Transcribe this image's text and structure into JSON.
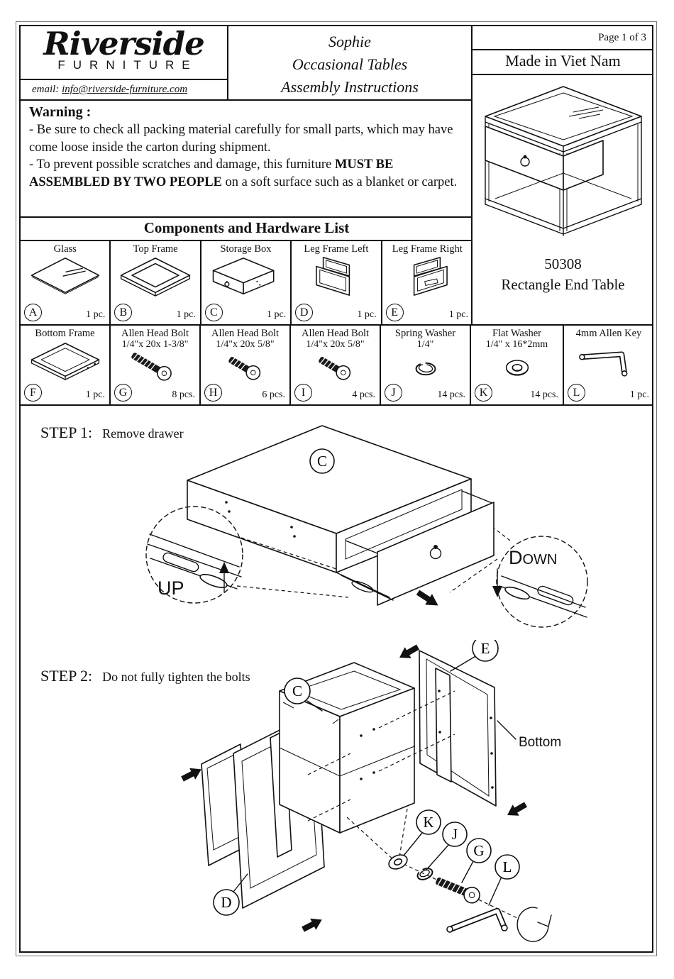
{
  "header": {
    "logo_script": "Riverside",
    "logo_word": "FURNITURE",
    "email_label": "email:",
    "email_address": "info@riverside-furniture.com",
    "title_line1": "Sophie",
    "title_line2": "Occasional Tables",
    "title_line3": "Assembly Instructions",
    "page_label": "Page 1 of 3",
    "made_in": "Made in Viet Nam"
  },
  "product": {
    "model": "50308",
    "name": "Rectangle End Table"
  },
  "warning": {
    "title": "Warning :",
    "para1": "- Be sure to check all packing material carefully for small parts, which may have come loose inside the carton during shipment.",
    "para2_pre": "- To prevent possible scratches and damage, this furniture ",
    "para2_bold": "MUST BE ASSEMBLED BY TWO PEOPLE",
    "para2_post": " on a soft surface such as a blanket or carpet."
  },
  "components": {
    "title": "Components and Hardware List",
    "row1": [
      {
        "label": "Glass",
        "letter": "A",
        "qty": "1 pc.",
        "icon": "glass-panel-icon"
      },
      {
        "label": "Top Frame",
        "letter": "B",
        "qty": "1 pc.",
        "icon": "top-frame-icon"
      },
      {
        "label": "Storage Box",
        "letter": "C",
        "qty": "1 pc.",
        "icon": "storage-box-icon"
      },
      {
        "label": "Leg Frame Left",
        "letter": "D",
        "qty": "1 pc.",
        "icon": "leg-frame-left-icon"
      },
      {
        "label": "Leg Frame Right",
        "letter": "E",
        "qty": "1 pc.",
        "icon": "leg-frame-right-icon"
      }
    ],
    "row2": [
      {
        "label": "Bottom Frame",
        "spec": "",
        "letter": "F",
        "qty": "1 pc.",
        "icon": "bottom-frame-icon"
      },
      {
        "label": "Allen Head Bolt",
        "spec": "1/4\"x 20x 1-3/8\"",
        "letter": "G",
        "qty": "8 pcs.",
        "icon": "allen-bolt-icon"
      },
      {
        "label": "Allen Head Bolt",
        "spec": "1/4\"x 20x 5/8\"",
        "letter": "H",
        "qty": "6 pcs.",
        "icon": "allen-bolt-icon"
      },
      {
        "label": "Allen Head Bolt",
        "spec": "1/4\"x 20x 5/8\"",
        "letter": "I",
        "qty": "4 pcs.",
        "icon": "allen-bolt-icon"
      },
      {
        "label": "Spring Washer",
        "spec": "1/4\"",
        "letter": "J",
        "qty": "14 pcs.",
        "icon": "spring-washer-icon"
      },
      {
        "label": "Flat Washer",
        "spec": "1/4\" x 16*2mm",
        "letter": "K",
        "qty": "14 pcs.",
        "icon": "flat-washer-icon"
      },
      {
        "label": "4mm Allen Key",
        "spec": "",
        "letter": "L",
        "qty": "1 pc.",
        "icon": "allen-key-icon"
      }
    ]
  },
  "step1": {
    "title": "STEP 1:",
    "instruction": "Remove drawer",
    "part_label": "C",
    "detail_up": "UP",
    "detail_down_initial": "D",
    "detail_down_rest": "OWN"
  },
  "step2": {
    "title": "STEP 2:",
    "instruction": "Do not fully tighten the bolts",
    "bottom_note": "Bottom",
    "labels": {
      "box": "C",
      "frame_right": "E",
      "frame_left": "D",
      "flat_washer": "K",
      "spring_washer": "J",
      "bolt": "G",
      "allen_key": "L"
    }
  }
}
